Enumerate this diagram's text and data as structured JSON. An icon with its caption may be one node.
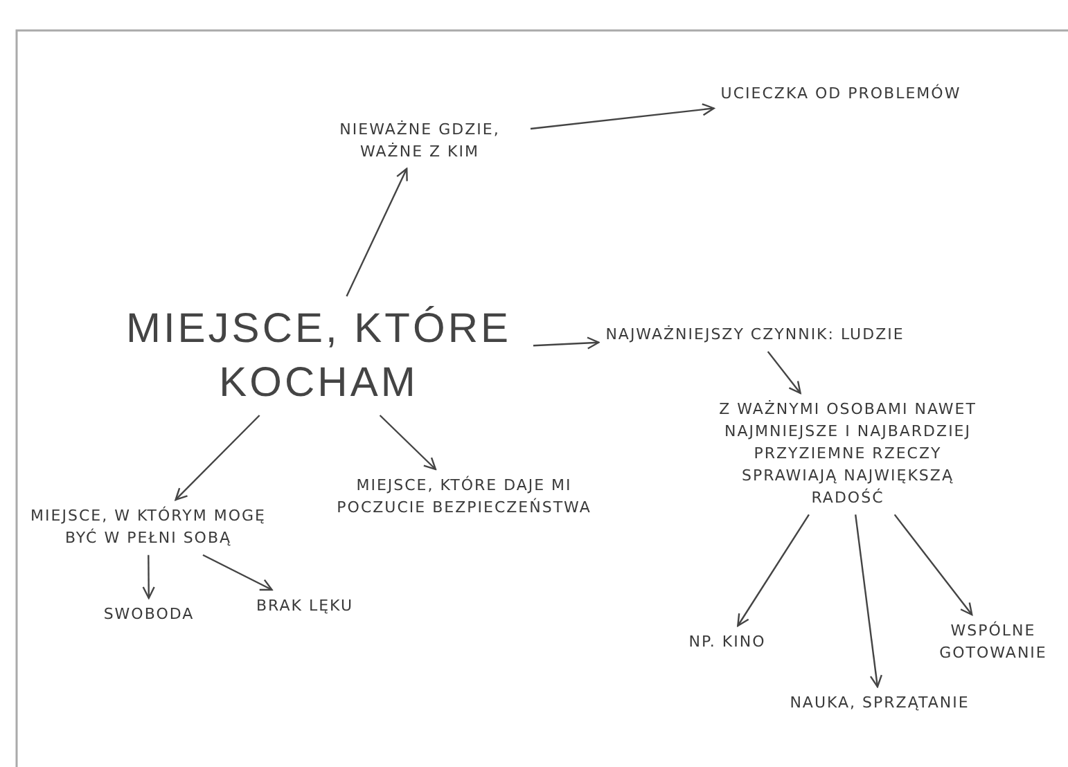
{
  "diagram": {
    "nodes": [
      {
        "text": [
          "MIEJSCE, KTÓRE KOCHAM"
        ]
      },
      {
        "text": [
          "NIEWAŻNE GDZIE, WAŻNE Z KIM"
        ]
      },
      {
        "text": [
          "UCIECZKA OD PROBLEMÓW"
        ]
      },
      {
        "text": [
          "NAJWAŻNIEJSZY CZYNNIK: LUDZIE"
        ]
      },
      {
        "text": [
          "Z WAŻNYMI OSOBAMI NAWET NAJMNIEJSZE I NAJBARDZIEJ PRZYZIEMNE RZECZY SPRAWIAJĄ NAJWIĘKSZĄ RADOŚĆ"
        ]
      },
      {
        "text": [
          "MIEJSCE, W KTÓRYM MOGĘ BYĆ W PEŁNI SOBĄ"
        ]
      },
      {
        "text": [
          "MIEJSCE, KTÓRE DAJE MI POCZUCIE BEZPIECZEŃSTWA"
        ]
      },
      {
        "text": [
          "SWOBODA"
        ]
      },
      {
        "text": [
          "BRAK LĘKU"
        ]
      },
      {
        "text": [
          "NP. KINO"
        ]
      },
      {
        "text": [
          "NAUKA, SPRZĄTANIE"
        ]
      },
      {
        "text": [
          "WSPÓLNE GOTOWANIE"
        ]
      }
    ],
    "edges": [
      {
        "from": 0,
        "to": 1,
        "arrow": "to"
      },
      {
        "from": 1,
        "to": 2,
        "arrow": "to"
      },
      {
        "from": 0,
        "to": 3,
        "arrow": "to"
      },
      {
        "from": 3,
        "to": 4,
        "arrow": "to"
      },
      {
        "from": 0,
        "to": 5,
        "arrow": "to"
      },
      {
        "from": 0,
        "to": 6,
        "arrow": "to"
      },
      {
        "from": 5,
        "to": 7,
        "arrow": "to"
      },
      {
        "from": 5,
        "to": 8,
        "arrow": "to"
      },
      {
        "from": 4,
        "to": 9,
        "arrow": "to"
      },
      {
        "from": 4,
        "to": 10,
        "arrow": "to"
      },
      {
        "from": 4,
        "to": 11,
        "arrow": "to"
      }
    ]
  }
}
